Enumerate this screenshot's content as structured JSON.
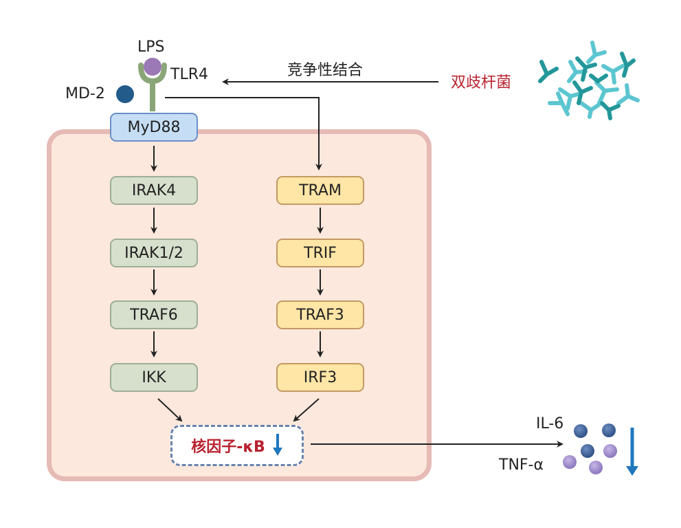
{
  "receptor": {
    "ligand": "LPS",
    "receptor": "TLR4",
    "coreceptor": "MD-2",
    "adaptor": "MyD88"
  },
  "competition": {
    "label": "竞争性结合",
    "agent": "双歧杆菌"
  },
  "myd88_pathway": [
    "IRAK4",
    "IRAK1/2",
    "TRAF6",
    "IKK"
  ],
  "trif_pathway": [
    "TRAM",
    "TRIF",
    "TRAF3",
    "IRF3"
  ],
  "target": {
    "label": "核因子-κB",
    "trend": "down"
  },
  "cytokines": {
    "labels": [
      "IL-6",
      "TNF-α"
    ],
    "trend": "down"
  },
  "colors": {
    "cell_fill": "#fde8dd",
    "cell_border": "#e6bab5",
    "myd88_node": "#d7dfcd",
    "trif_node": "#ffe5a6",
    "adaptor_node": "#c6def5",
    "highlight_text": "#b8212e",
    "down_arrow": "#1f78be",
    "bacteria_dark": "#23979a",
    "bacteria_light": "#5cc6d0"
  }
}
